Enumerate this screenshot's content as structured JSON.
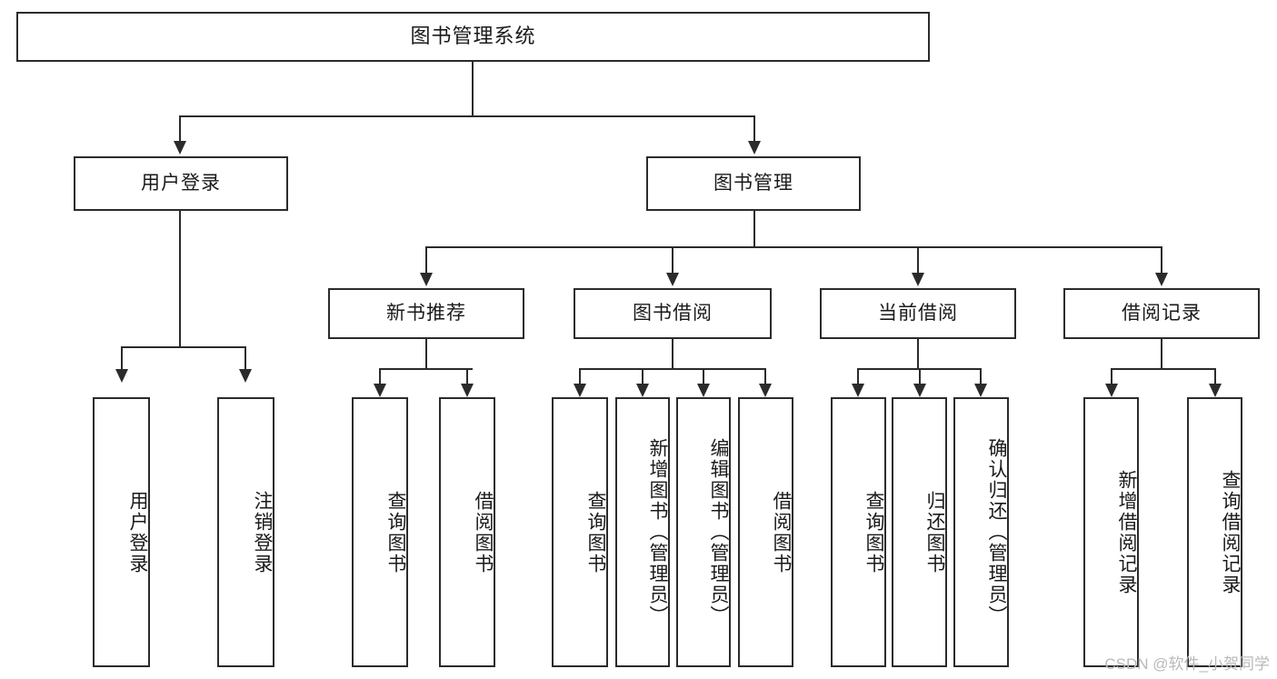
{
  "diagram": {
    "title": "图书管理系统",
    "type": "hierarchy-tree",
    "watermark": "CSDN @软件_小贺同学",
    "colors": {
      "stroke": "#2b2b2b",
      "fill": "#ffffff",
      "text": "#1a1a1a",
      "watermark": "#b9b9b9"
    },
    "levels": {
      "root": "图书管理系统",
      "level2": [
        "用户登录",
        "图书管理"
      ],
      "level3": [
        "新书推荐",
        "图书借阅",
        "当前借阅",
        "借阅记录"
      ]
    },
    "nodes": {
      "root": {
        "label": "图书管理系统"
      },
      "user_login": {
        "label": "用户登录"
      },
      "book_manage": {
        "label": "图书管理"
      },
      "new_book_rec": {
        "label": "新书推荐"
      },
      "book_borrow": {
        "label": "图书借阅"
      },
      "current_borrow": {
        "label": "当前借阅"
      },
      "borrow_record": {
        "label": "借阅记录"
      },
      "leaf_user_login": {
        "label": "用户登录"
      },
      "leaf_logout": {
        "label": "注销登录"
      },
      "leaf_query_book_1": {
        "label": "查询图书"
      },
      "leaf_borrow_book_1": {
        "label": "借阅图书"
      },
      "leaf_query_book_2": {
        "label": "查询图书"
      },
      "leaf_add_book_admin": {
        "label": "新增图书（管理员）"
      },
      "leaf_edit_book_admin": {
        "label": "编辑图书（管理员）"
      },
      "leaf_borrow_book_2": {
        "label": "借阅图书"
      },
      "leaf_query_book_3": {
        "label": "查询图书"
      },
      "leaf_return_book": {
        "label": "归还图书"
      },
      "leaf_confirm_return_admin": {
        "label": "确认归还（管理员）"
      },
      "leaf_add_borrow_record": {
        "label": "新增借阅记录"
      },
      "leaf_query_borrow_record": {
        "label": "查询借阅记录"
      }
    },
    "edges": [
      {
        "from": "root",
        "to": "user_login"
      },
      {
        "from": "root",
        "to": "book_manage"
      },
      {
        "from": "user_login",
        "to": "leaf_user_login"
      },
      {
        "from": "user_login",
        "to": "leaf_logout"
      },
      {
        "from": "book_manage",
        "to": "new_book_rec"
      },
      {
        "from": "book_manage",
        "to": "book_borrow"
      },
      {
        "from": "book_manage",
        "to": "current_borrow"
      },
      {
        "from": "book_manage",
        "to": "borrow_record"
      },
      {
        "from": "new_book_rec",
        "to": "leaf_query_book_1"
      },
      {
        "from": "new_book_rec",
        "to": "leaf_borrow_book_1"
      },
      {
        "from": "book_borrow",
        "to": "leaf_query_book_2"
      },
      {
        "from": "book_borrow",
        "to": "leaf_add_book_admin"
      },
      {
        "from": "book_borrow",
        "to": "leaf_edit_book_admin"
      },
      {
        "from": "book_borrow",
        "to": "leaf_borrow_book_2"
      },
      {
        "from": "current_borrow",
        "to": "leaf_query_book_3"
      },
      {
        "from": "current_borrow",
        "to": "leaf_return_book"
      },
      {
        "from": "current_borrow",
        "to": "leaf_confirm_return_admin"
      },
      {
        "from": "borrow_record",
        "to": "leaf_add_borrow_record"
      },
      {
        "from": "borrow_record",
        "to": "leaf_query_borrow_record"
      }
    ]
  }
}
